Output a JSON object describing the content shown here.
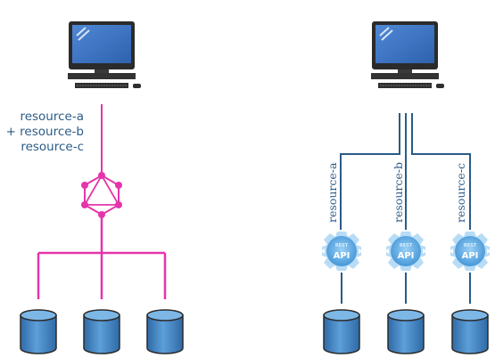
{
  "graphql_side": {
    "request_lines": [
      "resource-a",
      "+ resource-b",
      "resource-c"
    ]
  },
  "rest_side": {
    "resources": [
      "resource-a",
      "resource-b",
      "resource-c"
    ],
    "api_badge_top": "REST",
    "api_badge_label": "API"
  },
  "colors": {
    "graphql": "#e535ab",
    "rest": "#2a5b87",
    "badge": "#5aa8e0"
  }
}
